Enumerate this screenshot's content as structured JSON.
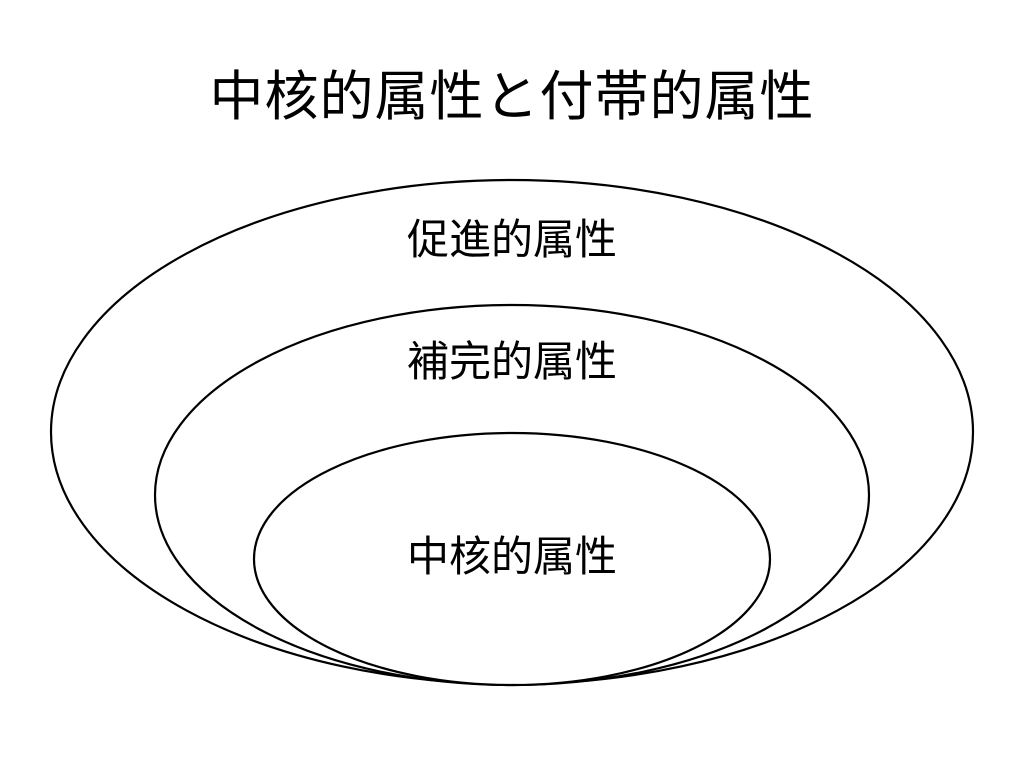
{
  "slide": {
    "title": "中核的属性と付帯的属性"
  },
  "diagram": {
    "stroke_color": "#000000",
    "fill_color": "#ffffff",
    "layers": {
      "outer": {
        "label": "促進的属性"
      },
      "middle": {
        "label": "補完的属性"
      },
      "inner": {
        "label": "中核的属性"
      }
    }
  }
}
